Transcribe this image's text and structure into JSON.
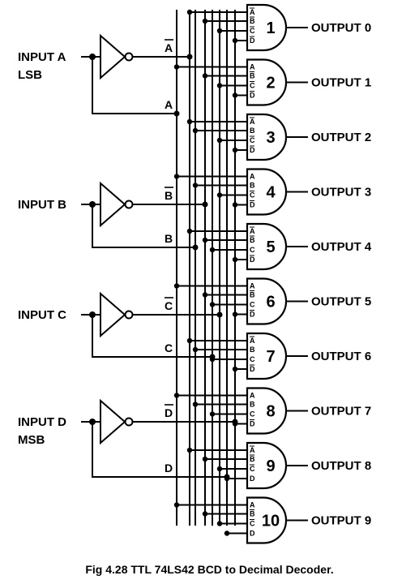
{
  "inputs": [
    {
      "line1": "INPUT A",
      "line2": "LSB",
      "bar": "A",
      "pos": "A"
    },
    {
      "line1": "INPUT B",
      "line2": "",
      "bar": "B",
      "pos": "B"
    },
    {
      "line1": "INPUT C",
      "line2": "",
      "bar": "C",
      "pos": "C"
    },
    {
      "line1": "INPUT D",
      "line2": "MSB",
      "bar": "D",
      "pos": "D"
    }
  ],
  "gates": [
    {
      "number": "1",
      "output": "OUTPUT 0",
      "pins": [
        "A",
        "B",
        "C",
        "D"
      ],
      "inverted": [
        true,
        true,
        true,
        true
      ]
    },
    {
      "number": "2",
      "output": "OUTPUT 1",
      "pins": [
        "A",
        "B",
        "C",
        "D"
      ],
      "inverted": [
        false,
        true,
        true,
        true
      ]
    },
    {
      "number": "3",
      "output": "OUTPUT 2",
      "pins": [
        "A",
        "B",
        "C",
        "D"
      ],
      "inverted": [
        true,
        false,
        true,
        true
      ]
    },
    {
      "number": "4",
      "output": "OUTPUT 3",
      "pins": [
        "A",
        "B",
        "C",
        "D"
      ],
      "inverted": [
        false,
        false,
        true,
        true
      ]
    },
    {
      "number": "5",
      "output": "OUTPUT 4",
      "pins": [
        "A",
        "B",
        "C",
        "D"
      ],
      "inverted": [
        true,
        true,
        false,
        true
      ]
    },
    {
      "number": "6",
      "output": "OUTPUT 5",
      "pins": [
        "A",
        "B",
        "C",
        "D"
      ],
      "inverted": [
        false,
        true,
        false,
        true
      ]
    },
    {
      "number": "7",
      "output": "OUTPUT 6",
      "pins": [
        "A",
        "B",
        "C",
        "D"
      ],
      "inverted": [
        true,
        false,
        false,
        true
      ]
    },
    {
      "number": "8",
      "output": "OUTPUT 7",
      "pins": [
        "A",
        "B",
        "C",
        "D"
      ],
      "inverted": [
        false,
        false,
        false,
        true
      ]
    },
    {
      "number": "9",
      "output": "OUTPUT 8",
      "pins": [
        "A",
        "B",
        "C",
        "D"
      ],
      "inverted": [
        true,
        true,
        true,
        false
      ]
    },
    {
      "number": "10",
      "output": "OUTPUT 9",
      "pins": [
        "A",
        "B",
        "C",
        "D"
      ],
      "inverted": [
        false,
        true,
        true,
        false
      ]
    }
  ],
  "caption": "Fig 4.28 TTL 74LS42 BCD to Decimal Decoder."
}
